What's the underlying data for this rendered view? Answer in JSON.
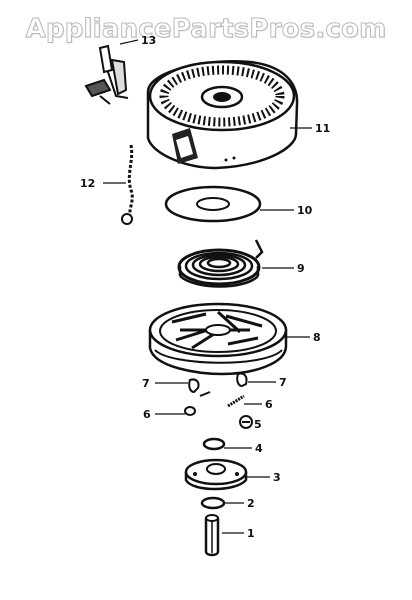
{
  "watermark": "AppliancePartsPros.com",
  "callouts": {
    "c1": "1",
    "c2": "2",
    "c3": "3",
    "c4": "4",
    "c5": "5",
    "c6a": "6",
    "c6b": "6",
    "c7a": "7",
    "c7b": "7",
    "c8": "8",
    "c9": "9",
    "c10": "10",
    "c11": "11",
    "c12": "12",
    "c13": "13"
  }
}
